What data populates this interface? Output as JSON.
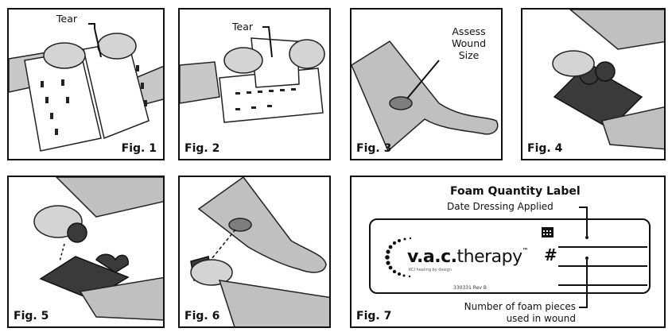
{
  "figures": {
    "fig1": {
      "label": "Fig. 1",
      "callout": "Tear"
    },
    "fig2": {
      "label": "Fig. 2",
      "callout": "Tear"
    },
    "fig3": {
      "label": "Fig. 3",
      "callout_line1": "Assess",
      "callout_line2": "Wound",
      "callout_line3": "Size"
    },
    "fig4": {
      "label": "Fig. 4"
    },
    "fig5": {
      "label": "Fig. 5"
    },
    "fig6": {
      "label": "Fig. 6"
    },
    "fig7": {
      "label": "Fig. 7",
      "title": "Foam Quantity Label",
      "date_caption": "Date Dressing Applied",
      "count_caption_line1": "Number of foam pieces",
      "count_caption_line2": "used in wound",
      "brand_bold": "v.a.c.",
      "brand_thin": "therapy",
      "brand_tm": "™",
      "tagline": "KCI healing by design",
      "code": "330331 Rev B",
      "hash": "#"
    }
  },
  "colors": {
    "ink": "#111111",
    "skin": "#bdbdbd",
    "foam": "#3a3a3a",
    "wound": "#8a8a8a"
  }
}
